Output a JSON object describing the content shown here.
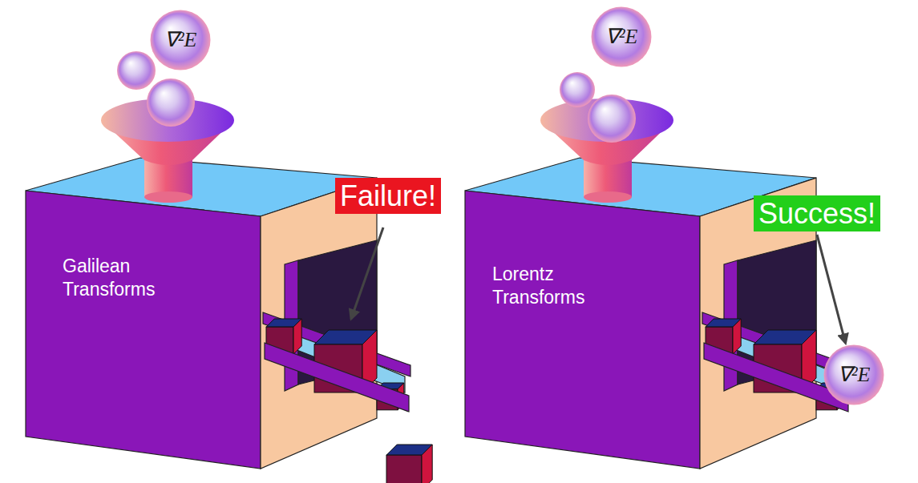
{
  "diagram": {
    "nodes": [
      {
        "text": [
          "∇²E"
        ]
      },
      {
        "text": [
          "Galilean Transforms"
        ]
      },
      {
        "text": [
          "Failure!"
        ]
      },
      {
        "text": [
          "∇²E"
        ]
      },
      {
        "text": [
          "Lorentz Transforms"
        ]
      },
      {
        "text": [
          "Success!"
        ]
      },
      {
        "text": [
          "∇²E"
        ]
      }
    ],
    "edges": [
      {
        "from": 5,
        "to": 6,
        "arrow": "to"
      }
    ]
  }
}
